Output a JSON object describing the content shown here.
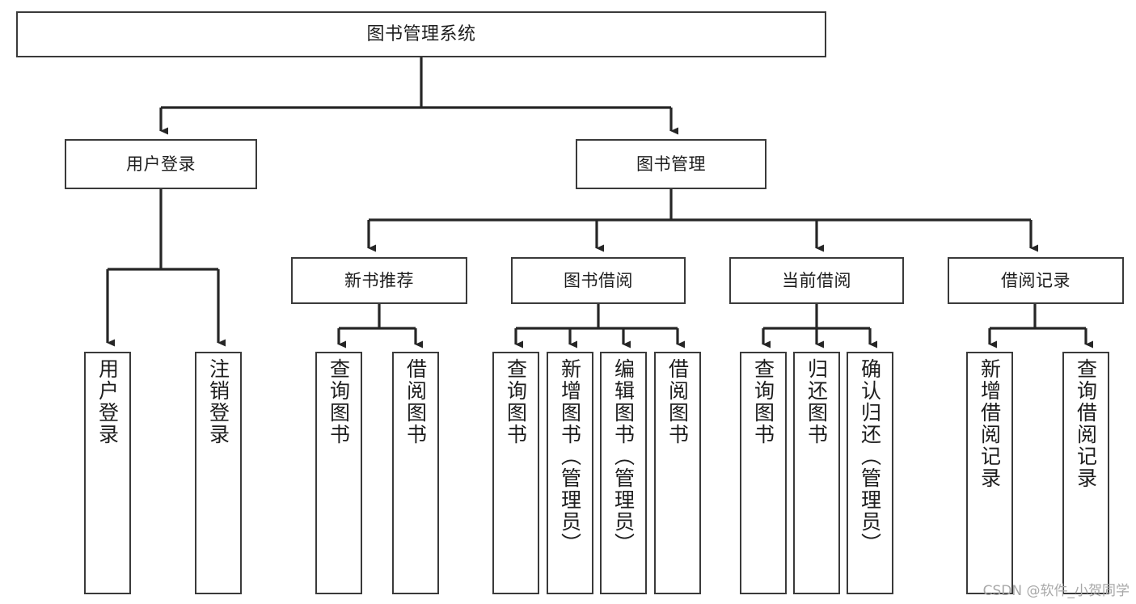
{
  "diagram": {
    "title": "图书管理系统",
    "type": "tree-hierarchy",
    "watermark": "CSDN @软件_小贺同学",
    "colors": {
      "background": "#ffffff",
      "box_border": "#3a3a3a",
      "connector": "#262626",
      "text": "#1d1d1d",
      "watermark": "#a8a8a8"
    },
    "nodes": {
      "root": {
        "label": "图书管理系统"
      },
      "level2": [
        {
          "id": "user-login",
          "label": "用户登录"
        },
        {
          "id": "book-manage",
          "label": "图书管理"
        }
      ],
      "level3": [
        {
          "id": "new-book-rec",
          "label": "新书推荐"
        },
        {
          "id": "book-borrow",
          "label": "图书借阅"
        },
        {
          "id": "current-borrow",
          "label": "当前借阅"
        },
        {
          "id": "borrow-record",
          "label": "借阅记录"
        }
      ],
      "leaves": {
        "user-login": [
          {
            "id": "leaf-user-login",
            "label": "用户登录"
          },
          {
            "id": "leaf-logout",
            "label": "注销登录"
          }
        ],
        "new-book-rec": [
          {
            "id": "leaf-query-book-1",
            "label": "查询图书"
          },
          {
            "id": "leaf-borrow-book-1",
            "label": "借阅图书"
          }
        ],
        "book-borrow": [
          {
            "id": "leaf-query-book-2",
            "label": "查询图书"
          },
          {
            "id": "leaf-add-book",
            "label": "新增图书（管理员）"
          },
          {
            "id": "leaf-edit-book",
            "label": "编辑图书（管理员）"
          },
          {
            "id": "leaf-borrow-book-2",
            "label": "借阅图书"
          }
        ],
        "current-borrow": [
          {
            "id": "leaf-query-book-3",
            "label": "查询图书"
          },
          {
            "id": "leaf-return-book",
            "label": "归还图书"
          },
          {
            "id": "leaf-confirm-return",
            "label": "确认归还（管理员）"
          }
        ],
        "borrow-record": [
          {
            "id": "leaf-add-record",
            "label": "新增借阅记录"
          },
          {
            "id": "leaf-query-record",
            "label": "查询借阅记录"
          }
        ]
      }
    }
  }
}
